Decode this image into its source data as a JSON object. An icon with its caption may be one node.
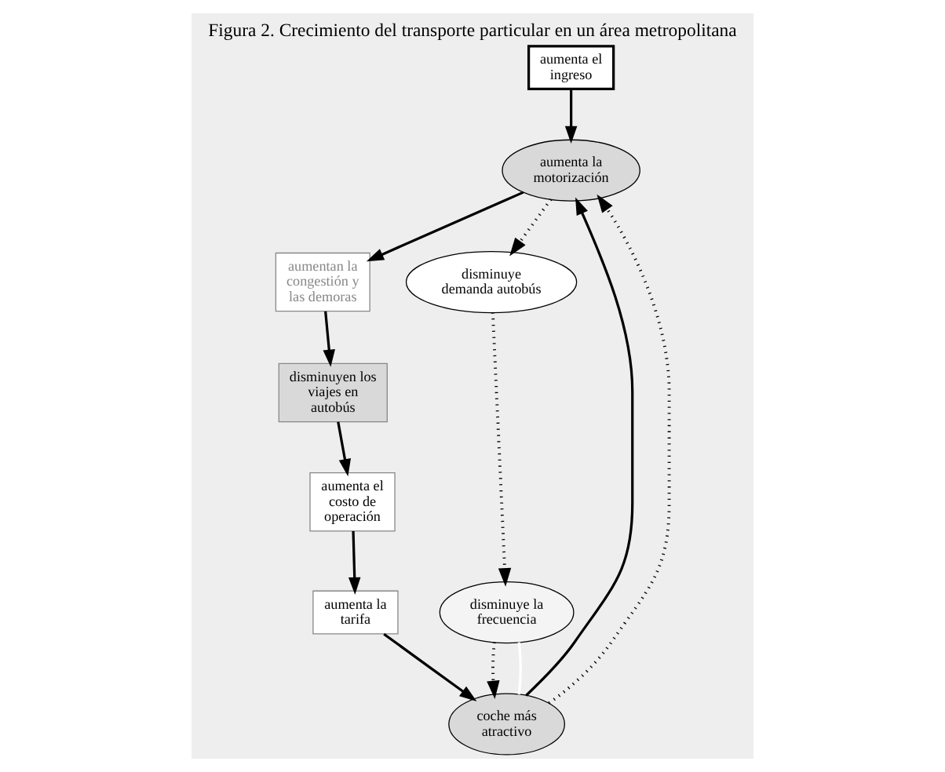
{
  "diagram": {
    "title": "Figura 2. Crecimiento del transporte particular en un área metropolitana",
    "nodes": [
      {
        "text": [
          "aumenta el ingreso"
        ]
      },
      {
        "text": [
          "aumenta la motorización"
        ]
      },
      {
        "text": [
          "aumentan la congestión y las demoras"
        ]
      },
      {
        "text": [
          "disminuyen los viajes en autobús"
        ]
      },
      {
        "text": [
          "aumenta el costo de operación"
        ]
      },
      {
        "text": [
          "aumenta la tarifa"
        ]
      },
      {
        "text": [
          "coche más atractivo"
        ]
      },
      {
        "text": [
          "disminuye demanda autobús"
        ]
      },
      {
        "text": [
          "disminuye la frecuencia"
        ]
      }
    ],
    "edges": [
      {
        "from": 0,
        "to": 1,
        "arrow": "to"
      },
      {
        "from": 1,
        "to": 2,
        "arrow": "to"
      },
      {
        "from": 2,
        "to": 3,
        "arrow": "to"
      },
      {
        "from": 3,
        "to": 4,
        "arrow": "to"
      },
      {
        "from": 4,
        "to": 5,
        "arrow": "to"
      },
      {
        "from": 5,
        "to": 6,
        "arrow": "to"
      },
      {
        "from": 6,
        "to": 1,
        "arrow": "to"
      },
      {
        "from": 6,
        "to": 1,
        "arrow": "to",
        "style": "dashed"
      },
      {
        "from": 1,
        "to": 7,
        "arrow": "to",
        "style": "dashed"
      },
      {
        "from": 7,
        "to": 8,
        "arrow": "to",
        "style": "dashed"
      },
      {
        "from": 8,
        "to": 6,
        "arrow": "to",
        "style": "dashed"
      },
      {
        "from": 8,
        "to": 6,
        "arrow": "none",
        "color": "#ffffff"
      }
    ]
  }
}
